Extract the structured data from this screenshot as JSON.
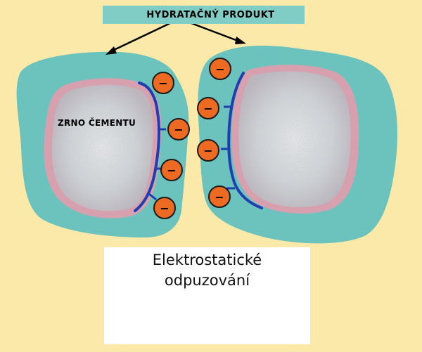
{
  "title": "HYDRATAČNÝ  PRODUKT",
  "grain_label": "ZRNO ČEMENTU",
  "repulsion": {
    "line1": "Elektrostatické",
    "line2": "odpuzování"
  },
  "charge_symbol": "−",
  "colors": {
    "background": "#fbe9a9",
    "hydration_product": "#6cc3bd",
    "grain_rim": "#d7a0ae",
    "grain_core": "#cdd2d6",
    "adsorbed_layer": "#1f3fb0",
    "charge_fill": "#ed6a23",
    "arrow": "#000000"
  },
  "icons": [
    "left-arrow-icon",
    "right-arrow-icon",
    "pointer-arrow-icon"
  ]
}
